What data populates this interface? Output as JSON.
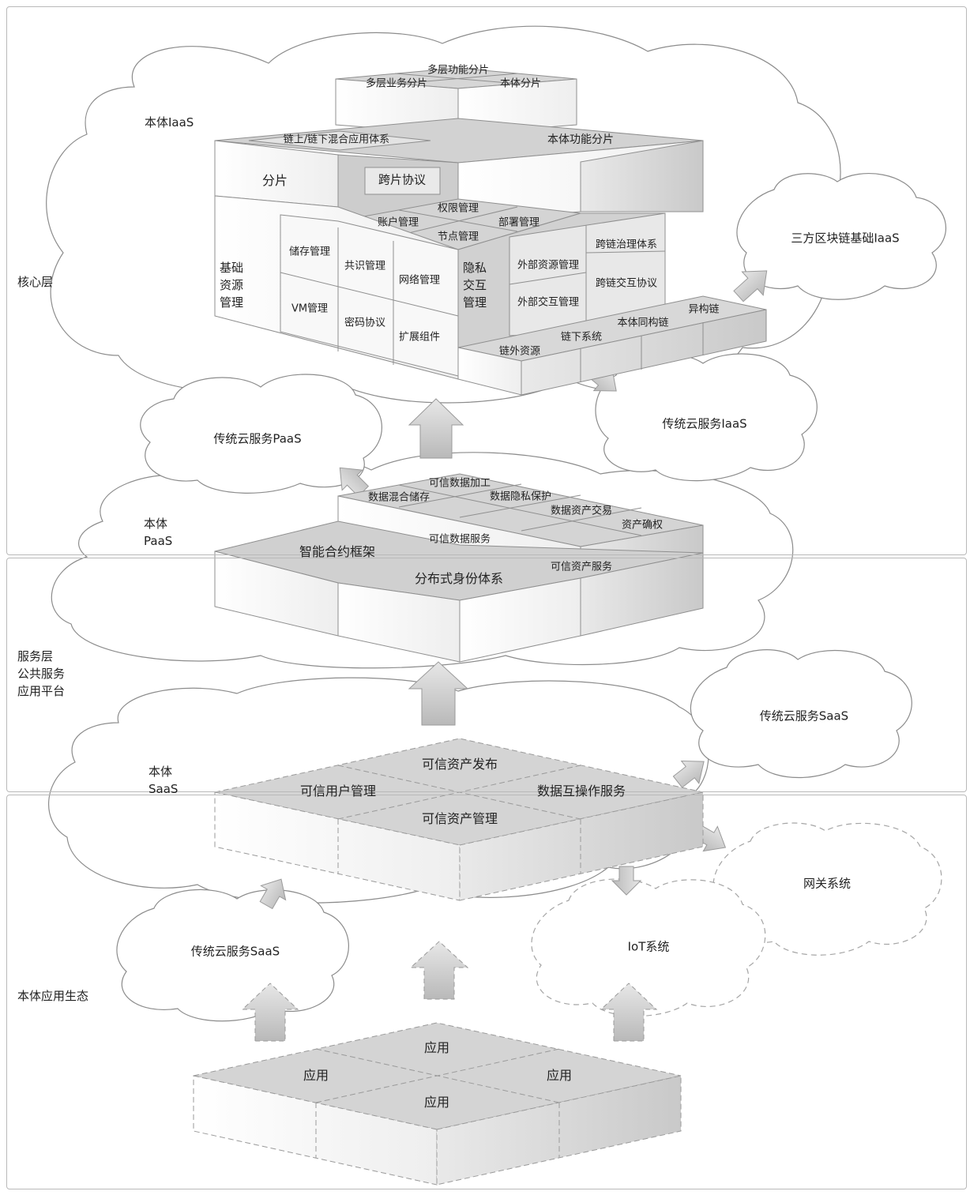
{
  "layers": {
    "core": "核心层",
    "service": "服务层\n公共服务\n应用平台",
    "ecosystem": "本体应用生态"
  },
  "iaas": {
    "title": "本体IaaS",
    "top": [
      "多层功能分片",
      "多层业务分片",
      "本体分片"
    ],
    "hybrid_system": "链上/链下混合应用体系",
    "sharding": "分片",
    "cross_shard": "跨片协议",
    "function_shard": "本体功能分片",
    "mid": [
      "权限管理",
      "账户管理",
      "部署管理",
      "节点管理"
    ],
    "base_resource_title": "基础\n资源\n管理",
    "base_resource": [
      "储存管理",
      "共识管理",
      "网络管理",
      "VM管理",
      "密码协议",
      "扩展组件"
    ],
    "privacy_title": "隐私\n交互\n管理",
    "privacy": [
      "外部资源管理",
      "跨链治理体系",
      "跨链交互协议",
      "外部交互管理"
    ],
    "front": [
      "异构链",
      "本体同构链",
      "链下系统",
      "链外资源"
    ]
  },
  "paas": {
    "title": "本体\nPaaS",
    "top": [
      "可信数据加工",
      "数据混合储存",
      "数据隐私保护",
      "数据资产交易",
      "资产确权"
    ],
    "mid": [
      "可信数据服务",
      "智能合约框架",
      "可信资产服务",
      "分布式身份体系"
    ]
  },
  "saas": {
    "title": "本体\nSaaS",
    "top": [
      "可信资产发布",
      "可信用户管理",
      "数据互操作服务",
      "可信资产管理"
    ]
  },
  "apps": [
    "应用",
    "应用",
    "应用",
    "应用"
  ],
  "clouds": {
    "third_party_iaas": "三方区块链基础IaaS",
    "trad_iaas": "传统云服务IaaS",
    "trad_paas": "传统云服务PaaS",
    "trad_saas_right": "传统云服务SaaS",
    "gateway": "网关系统",
    "iot": "IoT系统",
    "trad_saas_left": "传统云服务SaaS"
  }
}
